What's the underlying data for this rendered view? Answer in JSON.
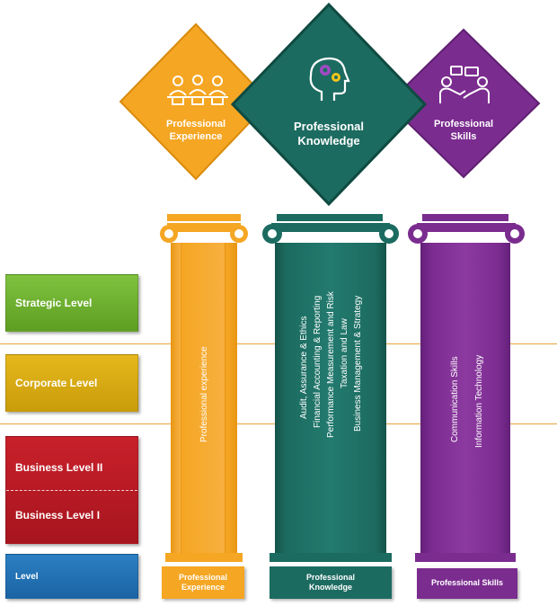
{
  "diamonds": [
    {
      "label": "Professional\nExperience",
      "icon": "team-laptops-icon",
      "color": "#f5a623"
    },
    {
      "label": "Professional\nKnowledge",
      "icon": "head-gears-icon",
      "color": "#1c6b60"
    },
    {
      "label": "Professional\nSkills",
      "icon": "handshake-chat-icon",
      "color": "#7b2c8f"
    }
  ],
  "levels": {
    "strategic": "Strategic Level",
    "corporate": "Corporate Level",
    "business_ii": "Business Level II",
    "business_i": "Business Level I",
    "level": "Level"
  },
  "pillars": {
    "experience": {
      "subjects": [
        "Professional experience"
      ],
      "base": "Professional\nExperience",
      "color": "#f5a623"
    },
    "knowledge": {
      "subjects": [
        "Audit, Assurance & Ethics",
        "Financial Accounting & Reporting",
        "Performance Measurement and Risk",
        "Taxation and Law",
        "Business Management & Strategy"
      ],
      "base": "Professional\nKnowledge",
      "color": "#1c6b60"
    },
    "skills": {
      "subjects": [
        "Communication Skills",
        "Information Technology"
      ],
      "base": "Professional Skills",
      "color": "#7b2c8f"
    }
  }
}
